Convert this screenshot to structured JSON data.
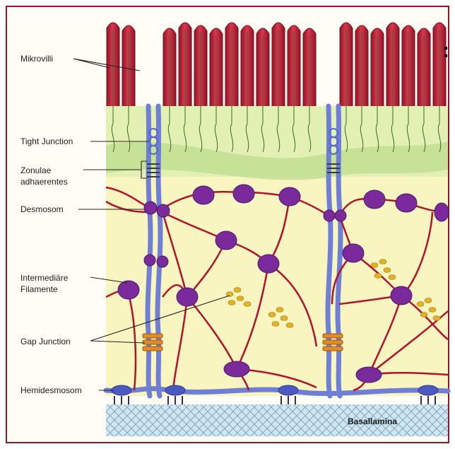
{
  "labels": {
    "mikrovilli": "Mikrovilli",
    "tight_junction": "Tight Junction",
    "zonulae_line1": "Zonulae",
    "zonulae_line2": "adhaerentes",
    "desmosom": "Desmosom",
    "intermediaere_line1": "Intermediäre",
    "intermediaere_line2": "Filamente",
    "gap_junction": "Gap Junction",
    "hemidesmosom": "Hemidesmosom",
    "basallamina": "Basallamina"
  },
  "colors": {
    "frame": "#8a1a2a",
    "microvilli": "#c0283c",
    "membrane": "#6f7fd6",
    "filament": "#b3122a",
    "desmosome": "#7a2a9a",
    "cytoplasm": "#f7f3b8",
    "terminal_web": "#cfe8a0",
    "basal_lamina": "#c9e4ee",
    "gap_junction": "#e08a2a",
    "granules": "#e0b020"
  }
}
